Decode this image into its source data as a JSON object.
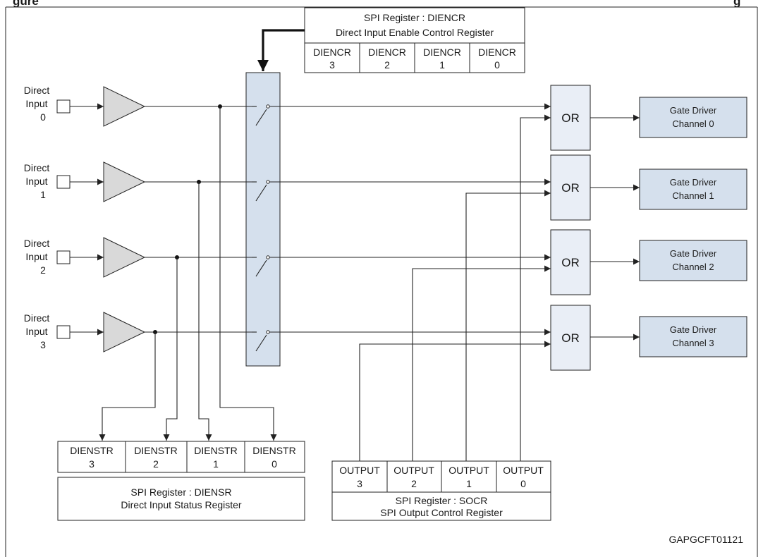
{
  "title_fragment_left": "gure",
  "title_fragment_right": "g",
  "colors": {
    "accent_fill": "#d5e0ed",
    "buffer_fill": "#d9d9d9",
    "line": "#222222"
  },
  "diencr": {
    "title": "SPI Register  : DIENCR",
    "subtitle": "Direct Input Enable Control Register",
    "cells": [
      {
        "top": "DIENCR",
        "bottom": "3"
      },
      {
        "top": "DIENCR",
        "bottom": "2"
      },
      {
        "top": "DIENCR",
        "bottom": "1"
      },
      {
        "top": "DIENCR",
        "bottom": "0"
      }
    ]
  },
  "inputs": [
    {
      "l1": "Direct",
      "l2": "Input",
      "l3": "0"
    },
    {
      "l1": "Direct",
      "l2": "Input",
      "l3": "1"
    },
    {
      "l1": "Direct",
      "l2": "Input",
      "l3": "2"
    },
    {
      "l1": "Direct",
      "l2": "Input",
      "l3": "3"
    }
  ],
  "or_label": "OR",
  "gates": [
    {
      "l1": "Gate Driver",
      "l2": "Channel 0"
    },
    {
      "l1": "Gate Driver",
      "l2": "Channel 1"
    },
    {
      "l1": "Gate Driver",
      "l2": "Channel 2"
    },
    {
      "l1": "Gate Driver",
      "l2": "Channel 3"
    }
  ],
  "diensr": {
    "cells": [
      {
        "top": "DIENSTR",
        "bottom": "3"
      },
      {
        "top": "DIENSTR",
        "bottom": "2"
      },
      {
        "top": "DIENSTR",
        "bottom": "1"
      },
      {
        "top": "DIENSTR",
        "bottom": "0"
      }
    ],
    "title": "SPI Register  : DIENSR",
    "subtitle": "Direct Input Status Register"
  },
  "socr": {
    "cells": [
      {
        "top": "OUTPUT",
        "bottom": "3"
      },
      {
        "top": "OUTPUT",
        "bottom": "2"
      },
      {
        "top": "OUTPUT",
        "bottom": "1"
      },
      {
        "top": "OUTPUT",
        "bottom": "0"
      }
    ],
    "title": "SPI Register  : SOCR",
    "subtitle": "SPI Output Control Register"
  },
  "figure_id": "GAPGCFT01121"
}
